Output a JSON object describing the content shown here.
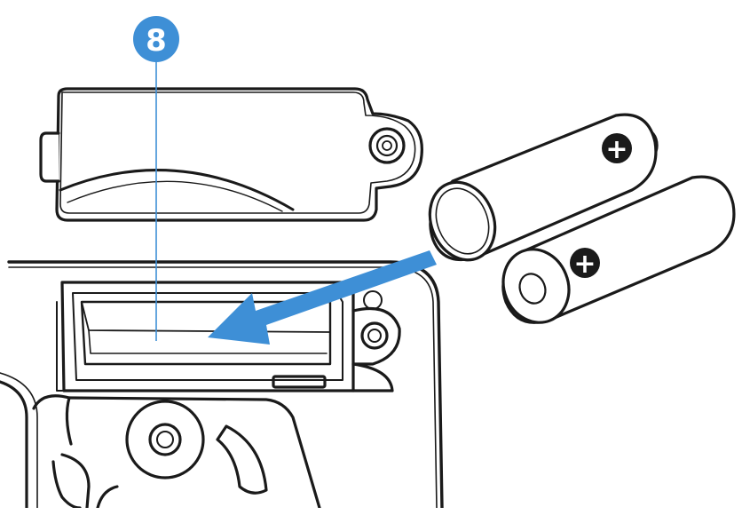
{
  "figure": {
    "step_number": "8",
    "polarity_symbol": "+"
  },
  "colors": {
    "badge": "#3e8fd6",
    "arrow": "#3e8fd6",
    "line": "#1a1a1a",
    "fill": "#ffffff",
    "leader": "#3e8fd6"
  },
  "parts": [
    {
      "name": "battery-cover"
    },
    {
      "name": "remote-body"
    },
    {
      "name": "battery-compartment"
    },
    {
      "name": "aa-battery",
      "count": 2
    }
  ]
}
